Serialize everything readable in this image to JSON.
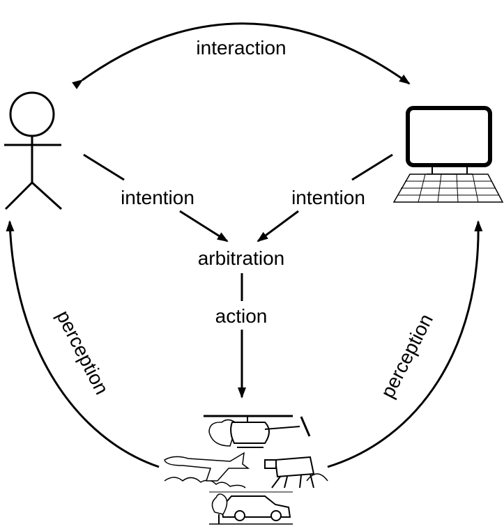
{
  "labels": {
    "interaction": "interaction",
    "intention_left": "intention",
    "intention_right": "intention",
    "arbitration": "arbitration",
    "action": "action",
    "perception_left": "perception",
    "perception_right": "perception"
  },
  "icons": {
    "human": "stick-figure-icon",
    "computer": "computer-terminal-icon",
    "environment": "vehicles-scene-icon"
  },
  "colors": {
    "stroke": "#000000",
    "background": "#ffffff"
  }
}
